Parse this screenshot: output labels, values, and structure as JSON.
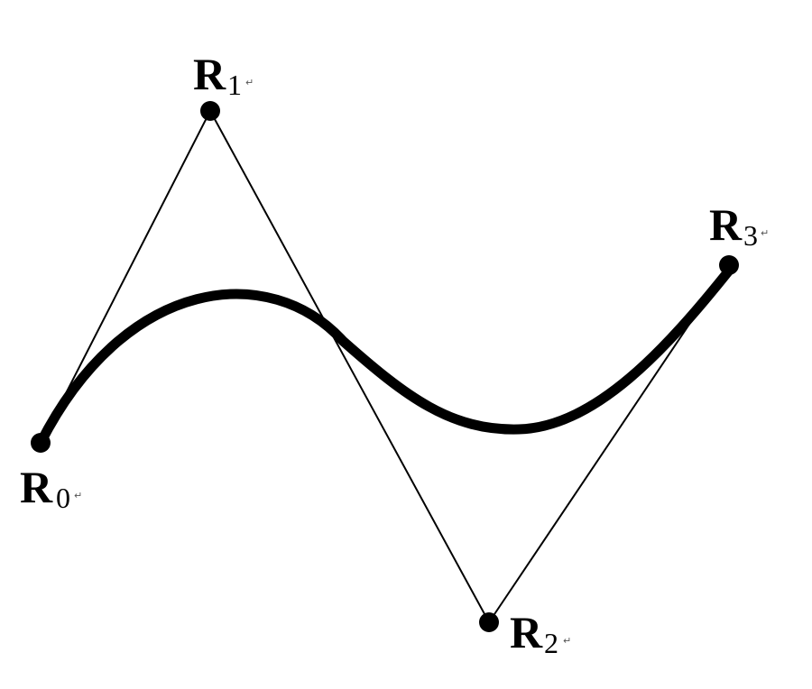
{
  "diagram": {
    "points": [
      {
        "id": "R0",
        "letter": "R",
        "subscript": "0",
        "mark": "↵"
      },
      {
        "id": "R1",
        "letter": "R",
        "subscript": "1",
        "mark": "↵"
      },
      {
        "id": "R2",
        "letter": "R",
        "subscript": "2",
        "mark": "↵"
      },
      {
        "id": "R3",
        "letter": "R",
        "subscript": "3",
        "mark": "↵"
      }
    ],
    "colors": {
      "stroke": "#000000",
      "background": "#ffffff"
    }
  }
}
